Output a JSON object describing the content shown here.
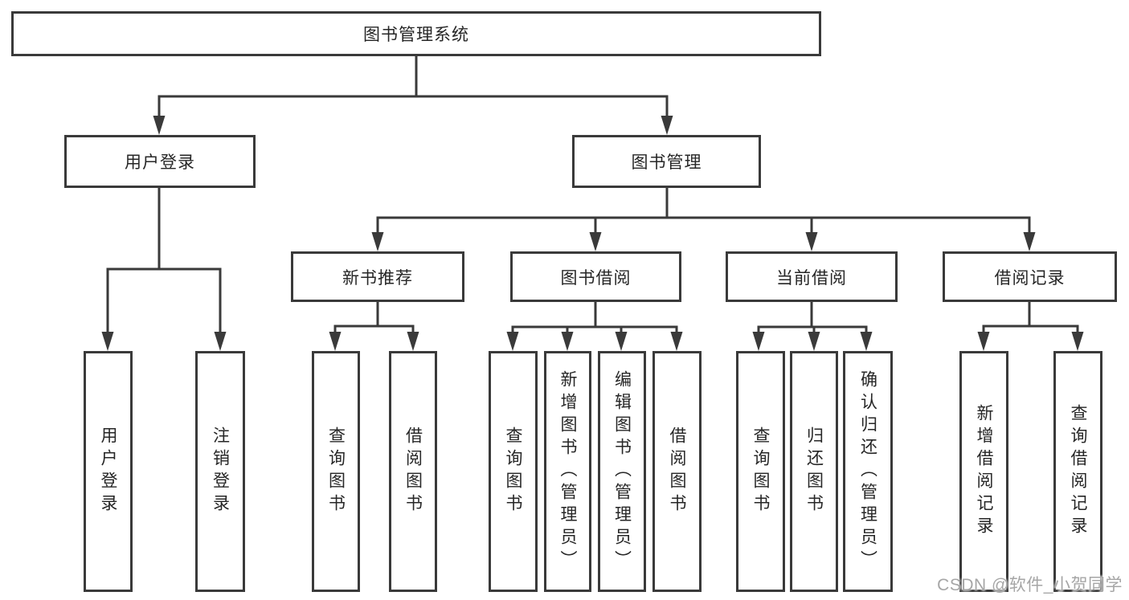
{
  "diagram_type": "hierarchy-tree",
  "colors": {
    "line": "#3a3a3a",
    "text": "#262626",
    "watermark": "#a6a6a6",
    "background": "#ffffff"
  },
  "tree": {
    "root": {
      "label": "图书管理系统"
    },
    "children": [
      {
        "label": "用户登录",
        "children": [
          {
            "label": "用户登录"
          },
          {
            "label": "注销登录"
          }
        ]
      },
      {
        "label": "图书管理",
        "children": [
          {
            "label": "新书推荐",
            "children": [
              {
                "label": "查询图书"
              },
              {
                "label": "借阅图书"
              }
            ]
          },
          {
            "label": "图书借阅",
            "children": [
              {
                "label": "查询图书"
              },
              {
                "label": "新增图书（管理员）"
              },
              {
                "label": "编辑图书（管理员）"
              },
              {
                "label": "借阅图书"
              }
            ]
          },
          {
            "label": "当前借阅",
            "children": [
              {
                "label": "查询图书"
              },
              {
                "label": "归还图书"
              },
              {
                "label": "确认归还（管理员）"
              }
            ]
          },
          {
            "label": "借阅记录",
            "children": [
              {
                "label": "新增借阅记录"
              },
              {
                "label": "查询借阅记录"
              }
            ]
          }
        ]
      }
    ]
  },
  "watermark": "CSDN @软件_小贺同学"
}
